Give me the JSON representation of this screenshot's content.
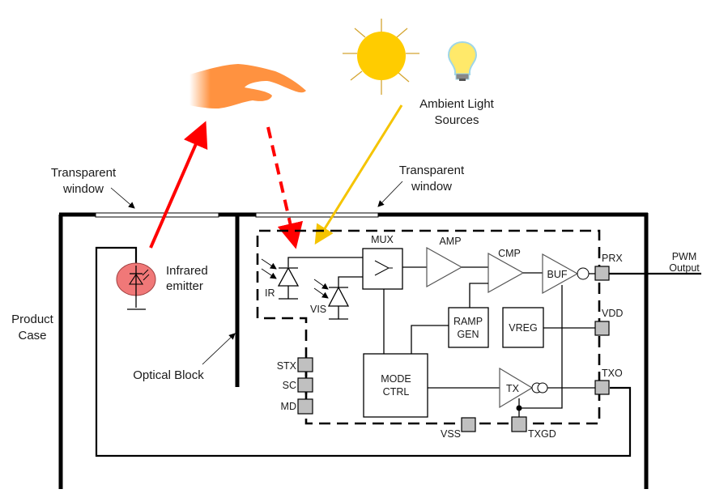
{
  "title": "Proximity / ambient light sensor optical block diagram",
  "colors": {
    "ir_arrow": "#ff0000",
    "ambient_arrow": "#f5c400",
    "sun": "#ffcc00",
    "sun_rays": "#d4a531",
    "hand": "#ff9240",
    "emitter": "#f07878",
    "pad": "#c0c0c0"
  },
  "labels": {
    "ambient_line1": "Ambient Light",
    "ambient_line2": "Sources",
    "window_left_line1": "Transparent",
    "window_left_line2": "window",
    "window_right_line1": "Transparent",
    "window_right_line2": "window",
    "emitter_line1": "Infrared",
    "emitter_line2": "emitter",
    "case_line1": "Product",
    "case_line2": "Case",
    "optical_block": "Optical Block",
    "pwm_line1": "PWM",
    "pwm_line2": "Output"
  },
  "blocks": {
    "mux": "MUX",
    "amp": "AMP",
    "cmp": "CMP",
    "buf": "BUF",
    "ramp_line1": "RAMP",
    "ramp_line2": "GEN",
    "vreg": "VREG",
    "mode_line1": "MODE",
    "mode_line2": "CTRL",
    "tx": "TX",
    "ir": "IR",
    "vis": "VIS"
  },
  "pins": {
    "prx": "PRX",
    "vdd": "VDD",
    "txo": "TXO",
    "stx": "STX",
    "sc": "SC",
    "md": "MD",
    "vss": "VSS",
    "txgd": "TXGD"
  },
  "icons": [
    "hand-icon",
    "sun-icon",
    "light-bulb-icon",
    "photodiode-icon",
    "led-icon"
  ]
}
